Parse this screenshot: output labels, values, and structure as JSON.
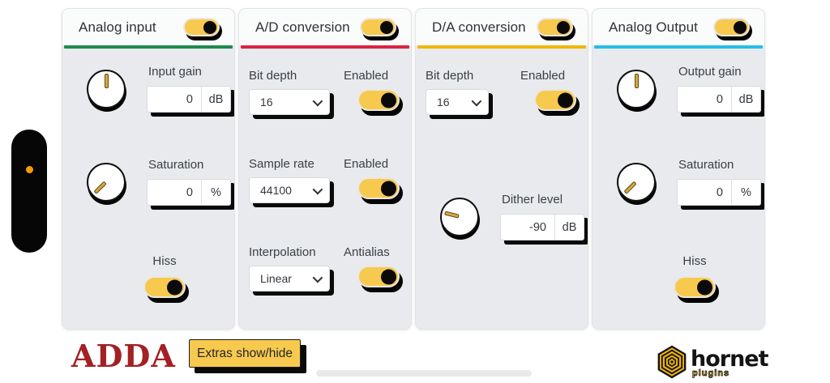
{
  "side_handle": {
    "dot_color": "#F99B05"
  },
  "panels": [
    {
      "title": "Analog input",
      "accent_color": "#1F8A4D",
      "power_toggle": {
        "on": true
      },
      "gain": {
        "label": "Input gain",
        "value": "0",
        "unit": "dB",
        "knob_angle": 0
      },
      "saturation": {
        "label": "Saturation",
        "value": "0",
        "unit": "%",
        "knob_angle": 225
      },
      "hiss": {
        "label": "Hiss",
        "on": true
      }
    },
    {
      "title": "A/D conversion",
      "accent_color": "#DC2343",
      "power_toggle": {
        "on": true
      },
      "rows": [
        {
          "select_label": "Bit depth",
          "select_value": "16",
          "toggle_label": "Enabled",
          "toggle_on": true
        },
        {
          "select_label": "Sample rate",
          "select_value": "44100",
          "toggle_label": "Enabled",
          "toggle_on": true
        },
        {
          "select_label": "Interpolation",
          "select_value": "Linear",
          "toggle_label": "Antialias",
          "toggle_on": true
        }
      ]
    },
    {
      "title": "D/A conversion",
      "accent_color": "#F2B705",
      "power_toggle": {
        "on": true
      },
      "row": {
        "select_label": "Bit depth",
        "select_value": "16",
        "toggle_label": "Enabled",
        "toggle_on": true
      },
      "dither": {
        "label": "Dither level",
        "value": "-90",
        "unit": "dB",
        "knob_angle": -76
      }
    },
    {
      "title": "Analog Output",
      "accent_color": "#25BEE8",
      "power_toggle": {
        "on": true
      },
      "gain": {
        "label": "Output gain",
        "value": "0",
        "unit": "dB",
        "knob_angle": 0
      },
      "saturation": {
        "label": "Saturation",
        "value": "0",
        "unit": "%",
        "knob_angle": 225
      },
      "hiss": {
        "label": "Hiss",
        "on": true
      }
    }
  ],
  "footer": {
    "product_name": "ADDA",
    "extras_button_label": "Extras show/hide",
    "brand_name": "hornet",
    "brand_sub": "plugins"
  }
}
